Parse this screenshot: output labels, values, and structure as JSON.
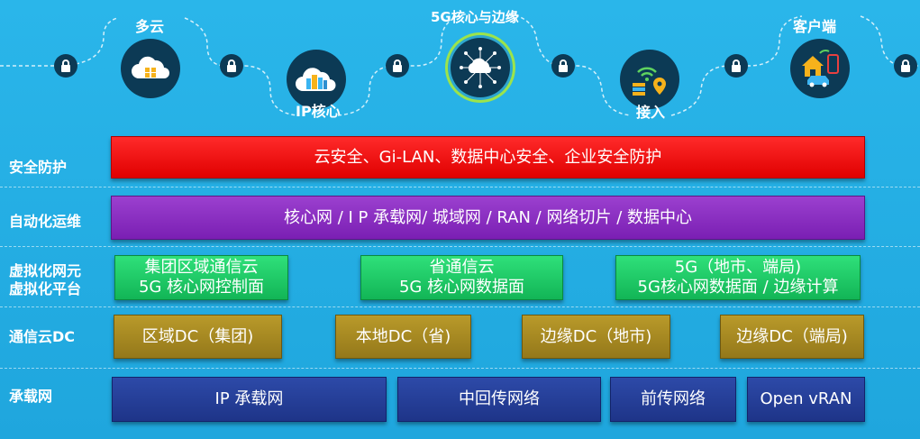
{
  "top_nodes": {
    "multi_cloud": "多云",
    "ip_core": "IP核心",
    "core_edge": "5G核心与边缘",
    "access": "接入",
    "client": "客户端"
  },
  "rows": {
    "security": {
      "label": "安全防护",
      "bar": "云安全、Gi-LAN、数据中心安全、企业安全防护"
    },
    "automation": {
      "label": "自动化运维",
      "bar": "核心网 / I P 承载网/ 城域网 / RAN / 网络切片 / 数据中心"
    },
    "virtualization": {
      "label_line1": "虚拟化网元",
      "label_line2": "虚拟化平台",
      "boxes": [
        {
          "line1": "集团区域通信云",
          "line2": "5G 核心网控制面"
        },
        {
          "line1": "省通信云",
          "line2": "5G 核心网数据面"
        },
        {
          "line1": "5G（地市、端局)",
          "line2": "5G核心网数据面 / 边缘计算"
        }
      ]
    },
    "dc": {
      "label": "通信云DC",
      "boxes": [
        "区域DC（集团)",
        "本地DC（省)",
        "边缘DC（地市)",
        "边缘DC（端局)"
      ]
    },
    "bearer": {
      "label": "承载网",
      "boxes": [
        "IP 承载网",
        "中回传网络",
        "前传网络",
        "Open vRAN"
      ]
    }
  },
  "colors": {
    "background": "#22aee5",
    "security": "#f00000",
    "automation": "#8a2fc2",
    "virtualization": "#1ccc63",
    "dc": "#a88a22",
    "bearer": "#25409a"
  }
}
